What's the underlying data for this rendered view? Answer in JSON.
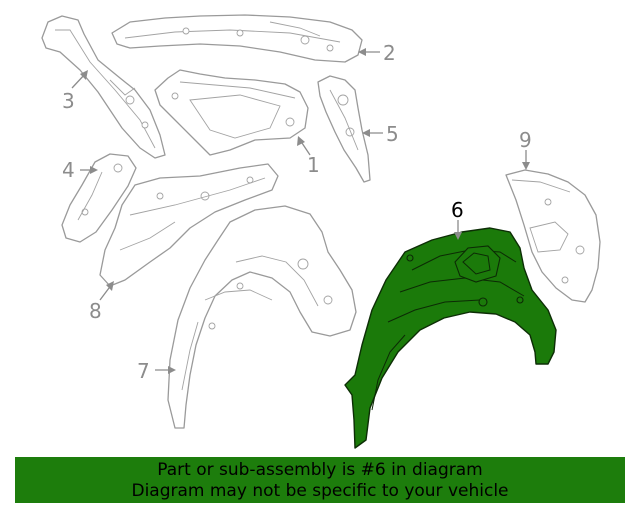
{
  "callouts": {
    "c1": "1",
    "c2": "2",
    "c3": "3",
    "c4": "4",
    "c5": "5",
    "c6": "6",
    "c7": "7",
    "c8": "8",
    "c9": "9"
  },
  "highlighted_part": "6",
  "colors": {
    "highlight": "#1b7a0a",
    "banner": "#1d7d0c",
    "outline": "#9a9a9a"
  },
  "banner": {
    "line1": "Part or sub-assembly is #6 in diagram",
    "line2": "Diagram may not be specific to your vehicle"
  }
}
